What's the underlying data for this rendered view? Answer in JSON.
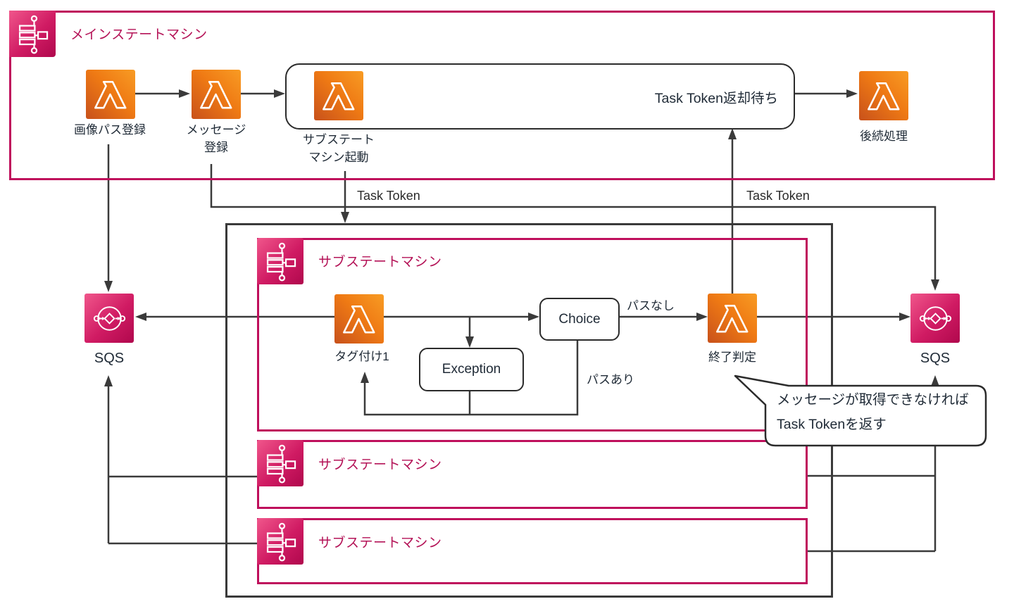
{
  "diagram": {
    "main_box": {
      "title": "メインステートマシン"
    },
    "sub_boxes": [
      {
        "title": "サブステートマシン"
      },
      {
        "title": "サブステートマシン"
      },
      {
        "title": "サブステートマシン"
      }
    ],
    "nodes": {
      "image_path_register": "画像パス登録",
      "message_register_line1": "メッセージ",
      "message_register_line2": "登録",
      "sub_sm_start_line1": "サブステート",
      "sub_sm_start_line2": "マシン起動",
      "task_token_wait": "Task Token返却待ち",
      "post_process": "後続処理",
      "tagging1": "タグ付け1",
      "choice": "Choice",
      "exception": "Exception",
      "end_check": "終了判定",
      "sqs_left": "SQS",
      "sqs_right": "SQS"
    },
    "edge_labels": {
      "task_token_left": "Task Token",
      "task_token_right": "Task Token",
      "no_path": "パスなし",
      "has_path": "パスあり"
    },
    "callout": {
      "line1": "メッセージが取得できなければ",
      "line2": "Task Tokenを返す"
    },
    "colors": {
      "state_machine_pink": "#bf0f5c",
      "title_crimson": "#b41357",
      "lambda_orange_dark": "#c8511b",
      "lambda_orange_light": "#f89c24",
      "sqs_pink_light": "#f0568b",
      "sqs_pink_dark": "#b0084d",
      "wire_gray": "#3a3a3a"
    },
    "icons": {
      "step_functions": "workflow-icon",
      "lambda": "lambda-icon",
      "sqs": "queue-icon"
    }
  }
}
